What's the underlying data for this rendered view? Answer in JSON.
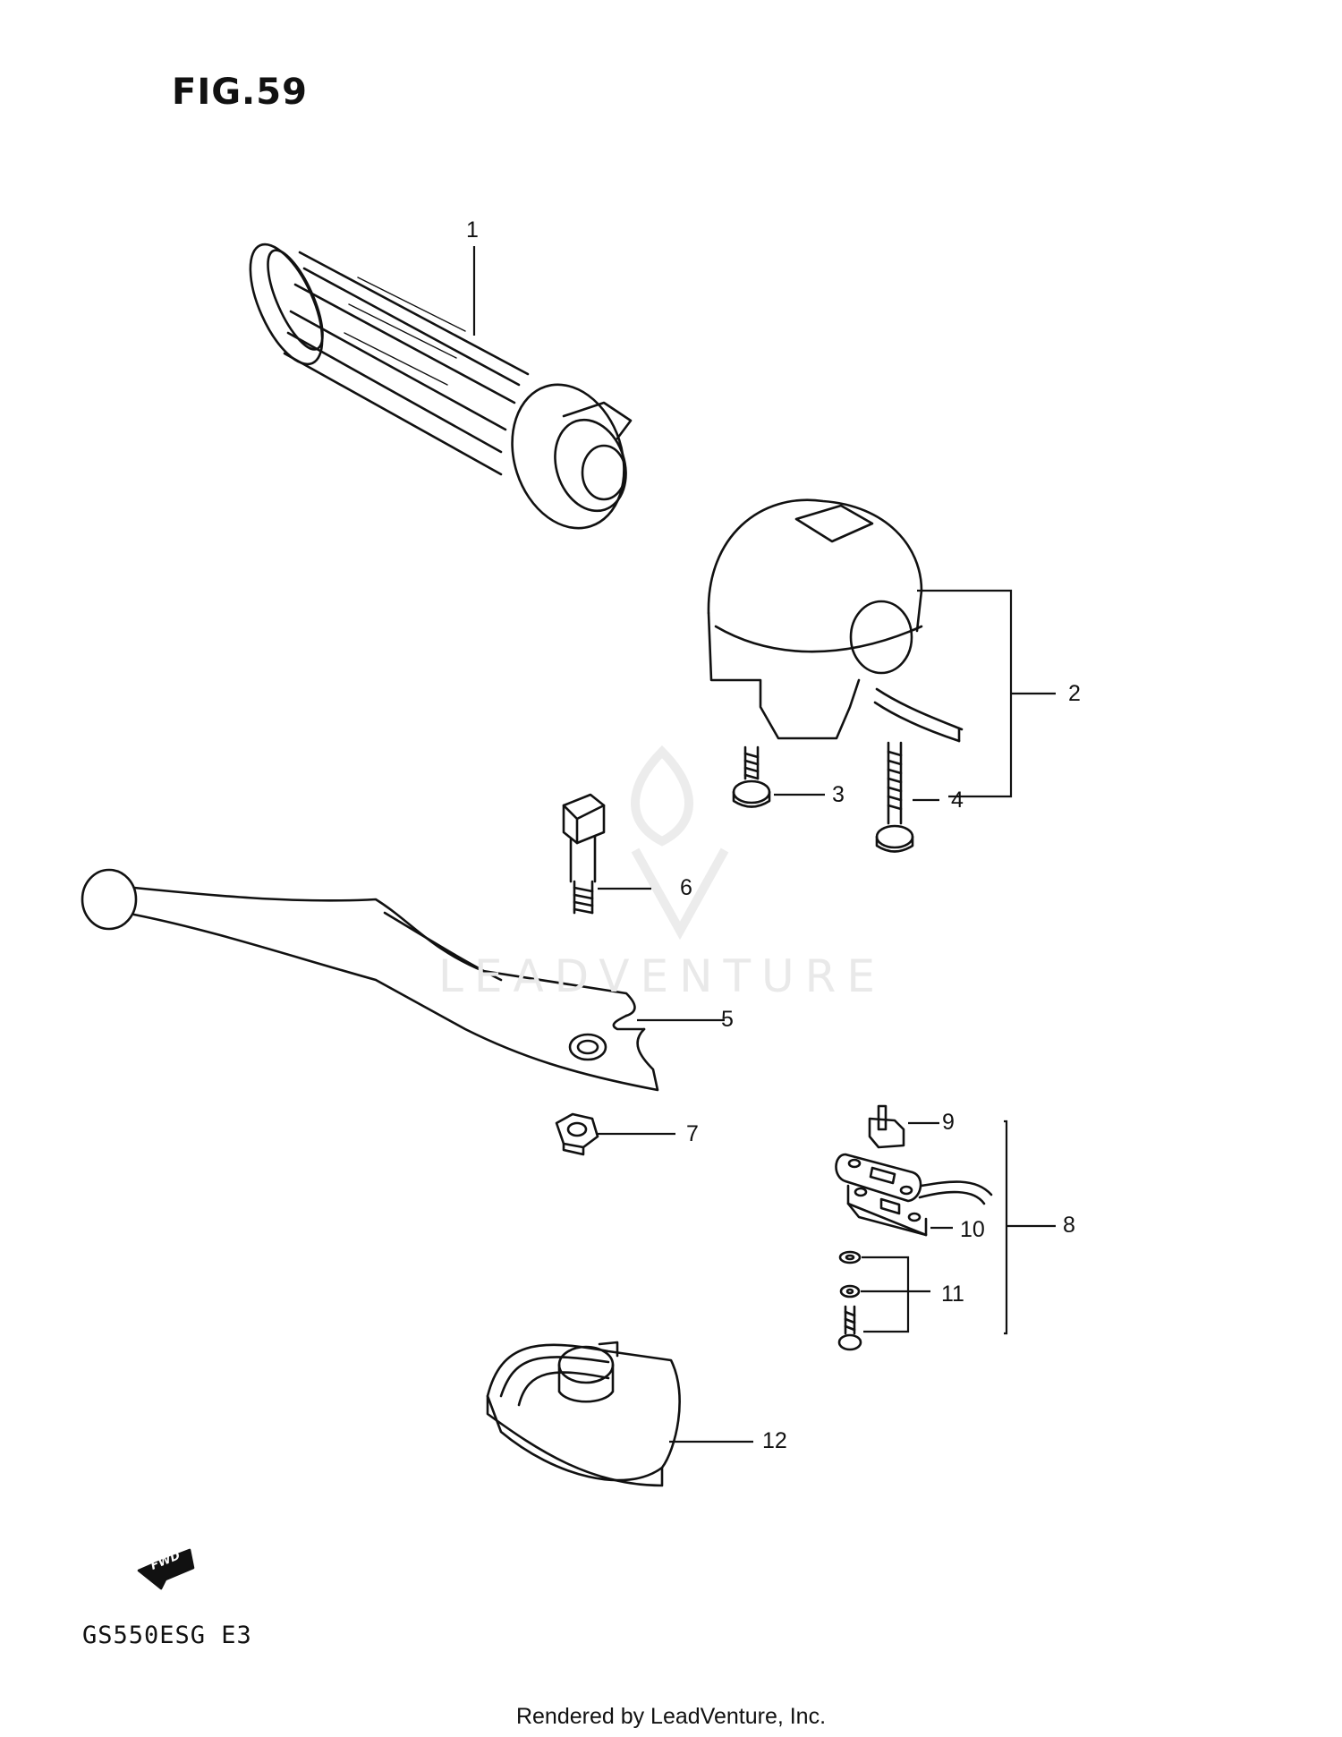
{
  "figure": {
    "title": "FIG.59",
    "model_code": "GS550ESG  E3",
    "footer": "Rendered by LeadVenture, Inc.",
    "watermark_text": "LEADVENTURE",
    "fwd_label": "FWD"
  },
  "parts": [
    {
      "ref": "1",
      "item": "grip"
    },
    {
      "ref": "2",
      "item": "switch-housing"
    },
    {
      "ref": "3",
      "item": "short-screw"
    },
    {
      "ref": "4",
      "item": "long-screw"
    },
    {
      "ref": "5",
      "item": "lever"
    },
    {
      "ref": "6",
      "item": "pivot-bolt"
    },
    {
      "ref": "7",
      "item": "nut"
    },
    {
      "ref": "8",
      "item": "switch-assembly"
    },
    {
      "ref": "9",
      "item": "switch-plunger"
    },
    {
      "ref": "10",
      "item": "switch-plate"
    },
    {
      "ref": "11",
      "item": "screw-and-washers"
    },
    {
      "ref": "12",
      "item": "cover"
    }
  ],
  "colors": {
    "ink": "#111111",
    "watermark": "#e9e9e9",
    "background": "#ffffff"
  }
}
